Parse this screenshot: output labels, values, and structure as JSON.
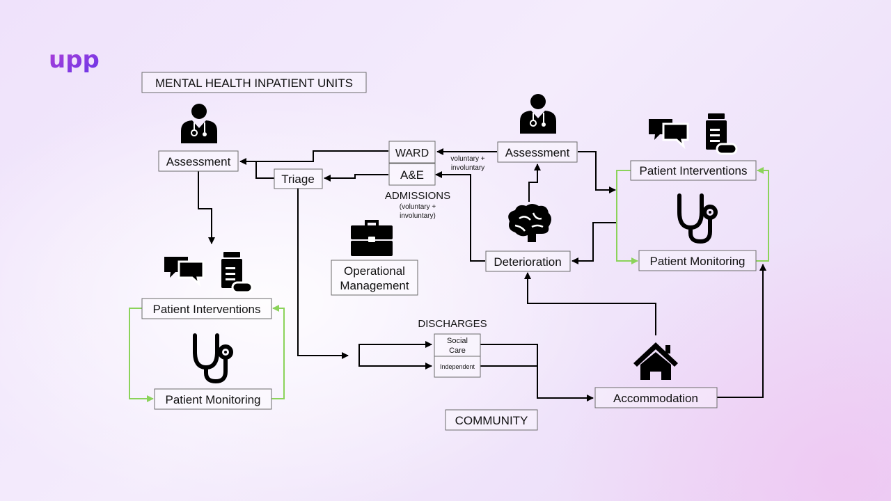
{
  "brand": {
    "logo_text": "upp",
    "color_start": "#a63fd8",
    "color_end": "#6a37e8"
  },
  "colors": {
    "loop": "#8bd35a",
    "connector": "#000000",
    "box_border": "#6b6b6b"
  },
  "sections": {
    "inpatient": "MENTAL HEALTH INPATIENT UNITS",
    "community": "COMMUNITY"
  },
  "left_unit": {
    "assessment": "Assessment",
    "triage": "Triage",
    "patient_interventions": "Patient Interventions",
    "patient_monitoring": "Patient Monitoring"
  },
  "admissions": {
    "ward": "WARD",
    "ae": "A&E",
    "title": "ADMISSIONS",
    "note_line1": "(voluntary +",
    "note_line2": "involuntary)"
  },
  "operational_management": {
    "line1": "Operational",
    "line2": "Management"
  },
  "discharges": {
    "title": "DISCHARGES",
    "social_line1": "Social",
    "social_line2": "Care",
    "independent": "Independent"
  },
  "right_unit": {
    "assessment": "Assessment",
    "voluntary_line1": "voluntary +",
    "voluntary_line2": "involuntary",
    "deterioration": "Deterioration",
    "patient_interventions": "Patient Interventions",
    "patient_monitoring": "Patient Monitoring"
  },
  "community": {
    "accommodation": "Accommodation"
  },
  "icons": [
    "logo-icon",
    "doctor-icon",
    "chat-bubbles-icon",
    "medicine-bottle-icon",
    "stethoscope-icon",
    "briefcase-icon",
    "brain-icon",
    "house-icon"
  ]
}
